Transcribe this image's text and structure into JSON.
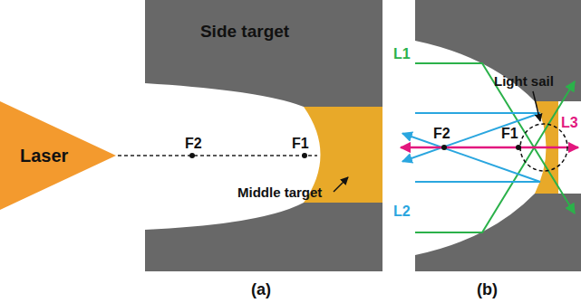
{
  "diagram": {
    "nodes": [
      {
        "text": [
          "Laser"
        ]
      },
      {
        "text": [
          "Side target"
        ]
      }
    ],
    "labels": [
      "F2",
      "F1",
      "Middle target",
      "(a)",
      "L1",
      "F2",
      "F1",
      "Light sail",
      "L3",
      "L2",
      "(b)"
    ]
  }
}
